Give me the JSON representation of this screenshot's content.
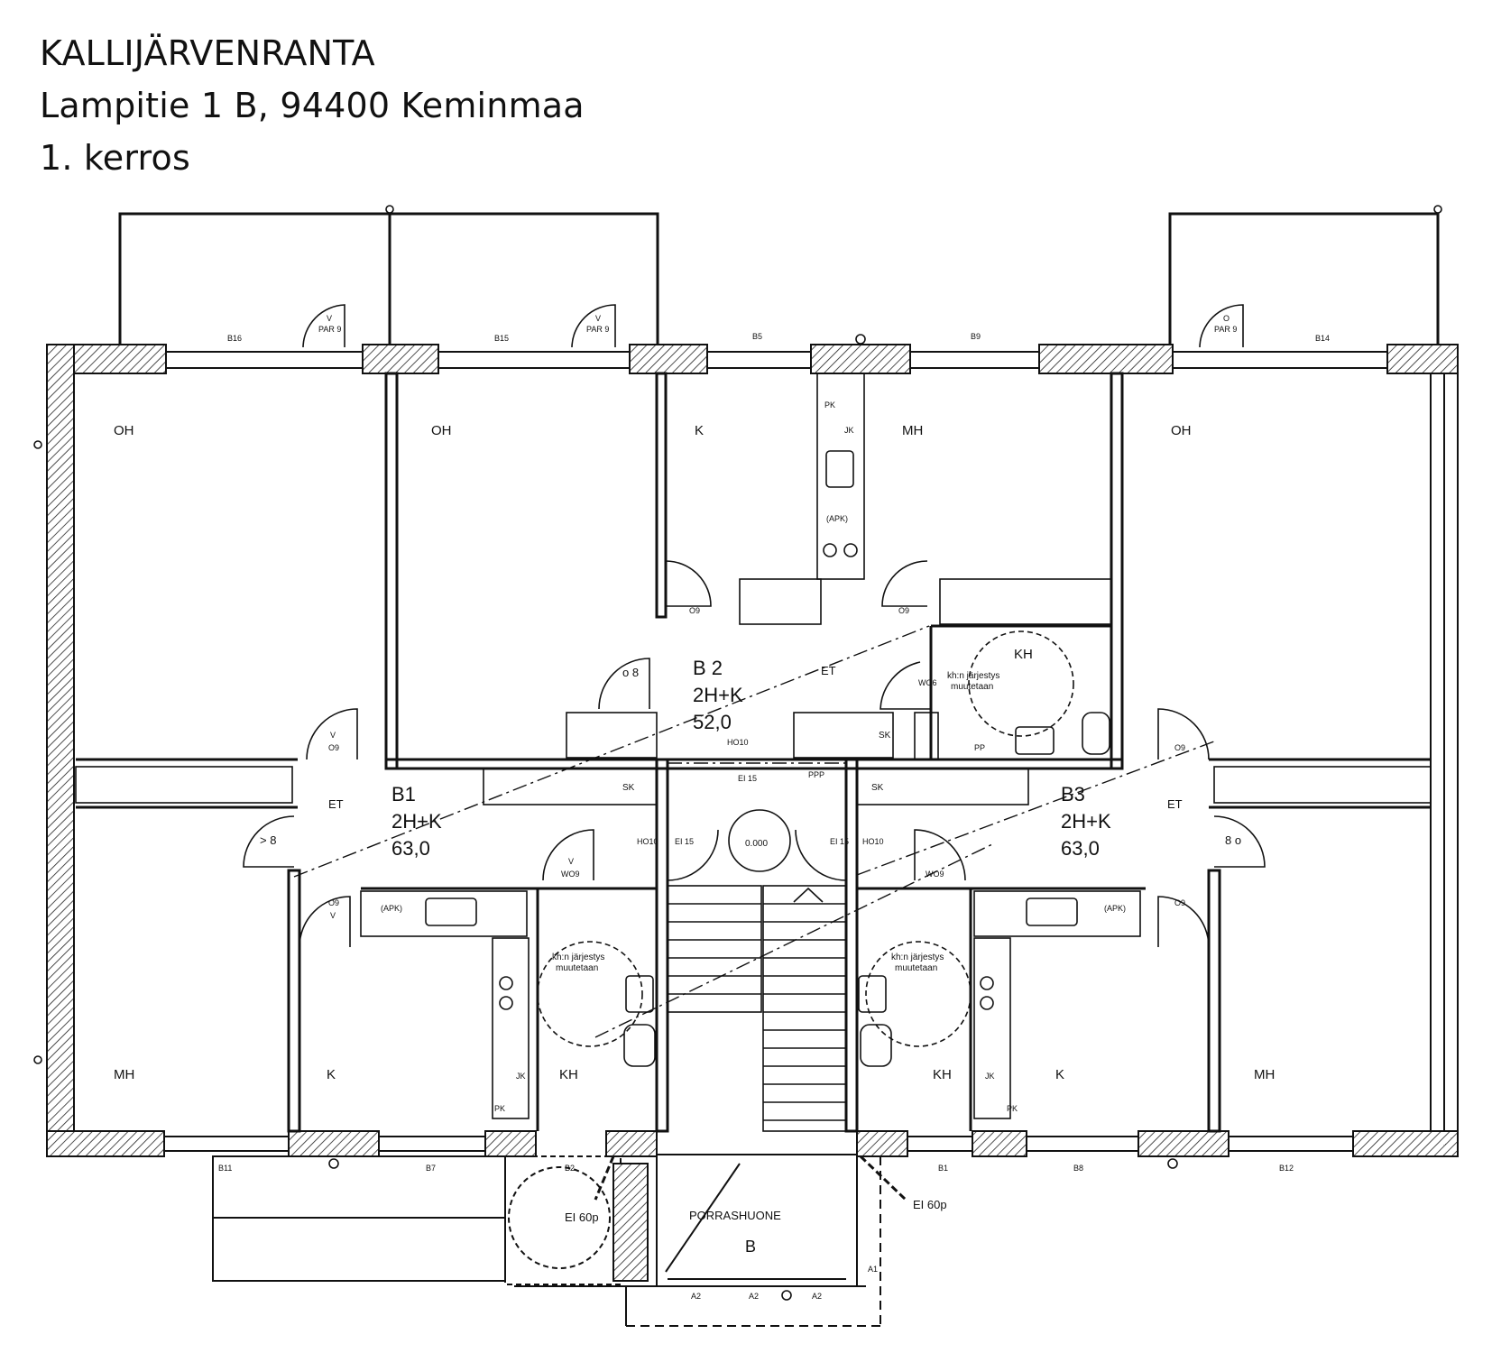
{
  "header": {
    "line1": "KALLIJÄRVENRANTA",
    "line2": "Lampitie 1 B, 94400 Keminmaa",
    "line3": "1. kerros"
  },
  "rooms": {
    "oh1": "OH",
    "oh2": "OH",
    "oh3": "OH",
    "k_top": "K",
    "mh_top": "MH",
    "mh_bl": "MH",
    "k_bl": "K",
    "kh_bl": "KH",
    "kh_br": "KH",
    "k_br": "K",
    "mh_br": "MH",
    "kh_b2": "KH",
    "et_b1": "ET",
    "et_b2": "ET",
    "et_b3": "ET",
    "sk1": "SK",
    "sk2": "SK",
    "sk3": "SK",
    "porrashuone": "PORRASHUONE",
    "porras_letter": "B"
  },
  "units": {
    "b1": {
      "id": "B1",
      "type": "2H+K",
      "area": "63,0"
    },
    "b2": {
      "id": "B 2",
      "type": "2H+K",
      "area": "52,0"
    },
    "b3": {
      "id": "B3",
      "type": "2H+K",
      "area": "63,0"
    }
  },
  "notes": {
    "kh_muutos_1a": "kh:n järjestys",
    "kh_muutos_1b": "muutetaan",
    "kh_muutos_2a": "kh:n järjestys",
    "kh_muutos_2b": "muutetaan",
    "kh_muutos_3a": "kh:n järjestys",
    "kh_muutos_3b": "muutetaan",
    "ei60_left": "EI 60p",
    "ei60_right": "EI 60p",
    "level": "0.000"
  },
  "codes": {
    "b16": "B16",
    "b15": "B15",
    "b5": "B5",
    "b9": "B9",
    "b14": "B14",
    "b11": "B11",
    "b7": "B7",
    "b2": "B2",
    "b1": "B1",
    "b8": "B8",
    "b12": "B12",
    "par9_a": "PAR 9",
    "par9_b": "PAR 9",
    "par9_c": "PAR 9",
    "v_a": "V",
    "v_b": "V",
    "v_c": "V",
    "v_d": "V",
    "v_e": "V",
    "o_c": "O",
    "o9_a": "O9",
    "o9_b": "O9",
    "o9_c": "O9",
    "o9_d": "O9",
    "o9_e": "O9",
    "o9_f": "O9",
    "o8_a": "o 8",
    "o8_b": "> 8",
    "o8_c": "8 o",
    "wo9_a": "WO9",
    "wo9_b": "WO9",
    "wo6": "WO6",
    "ho10_a": "HO10",
    "ho10_b": "HO10",
    "ho10_c": "HO10",
    "ei15_a": "EI 15",
    "ei15_b": "EI 15",
    "ei15_c": "EI 15",
    "ppp": "PPP",
    "apk_a": "(APK)",
    "apk_b": "(APK)",
    "apk_c": "(APK)",
    "pk_a": "PK",
    "pk_b": "PK",
    "pk_c": "PK",
    "jk_a": "JK",
    "jk_b": "JK",
    "jk_c": "JK",
    "pp": "PP",
    "a1": "A1",
    "a2_a": "A2",
    "a2_b": "A2",
    "a2_c": "A2"
  }
}
